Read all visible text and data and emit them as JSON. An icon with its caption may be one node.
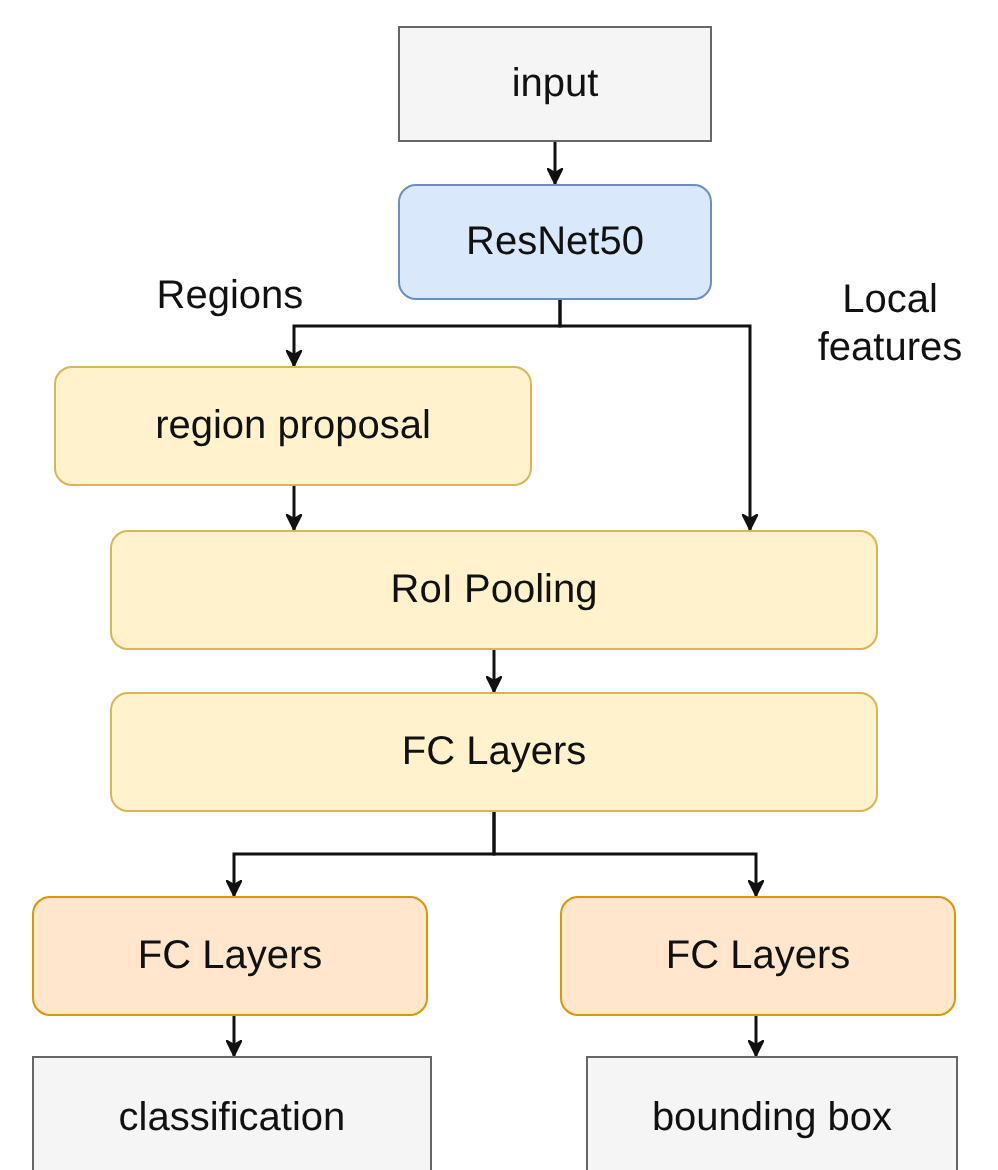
{
  "diagram": {
    "nodes": [
      {
        "text": [
          "input"
        ]
      },
      {
        "text": [
          "ResNet50"
        ]
      },
      {
        "text": [
          "region proposal"
        ]
      },
      {
        "text": [
          "RoI Pooling"
        ]
      },
      {
        "text": [
          "FC Layers"
        ]
      },
      {
        "text": [
          "FC Layers"
        ]
      },
      {
        "text": [
          "FC Layers"
        ]
      },
      {
        "text": [
          "classification"
        ]
      },
      {
        "text": [
          "bounding box"
        ]
      }
    ],
    "edges": [
      {
        "from": 0,
        "to": 1,
        "arrow": "to"
      },
      {
        "from": 1,
        "to": 2,
        "arrow": "to",
        "label": "Regions"
      },
      {
        "from": 1,
        "to": 3,
        "arrow": "to",
        "label": "Local features"
      },
      {
        "from": 2,
        "to": 3,
        "arrow": "to"
      },
      {
        "from": 3,
        "to": 4,
        "arrow": "to"
      },
      {
        "from": 4,
        "to": 5,
        "arrow": "to"
      },
      {
        "from": 4,
        "to": 6,
        "arrow": "to"
      },
      {
        "from": 5,
        "to": 7,
        "arrow": "to"
      },
      {
        "from": 6,
        "to": 8,
        "arrow": "to"
      }
    ]
  }
}
